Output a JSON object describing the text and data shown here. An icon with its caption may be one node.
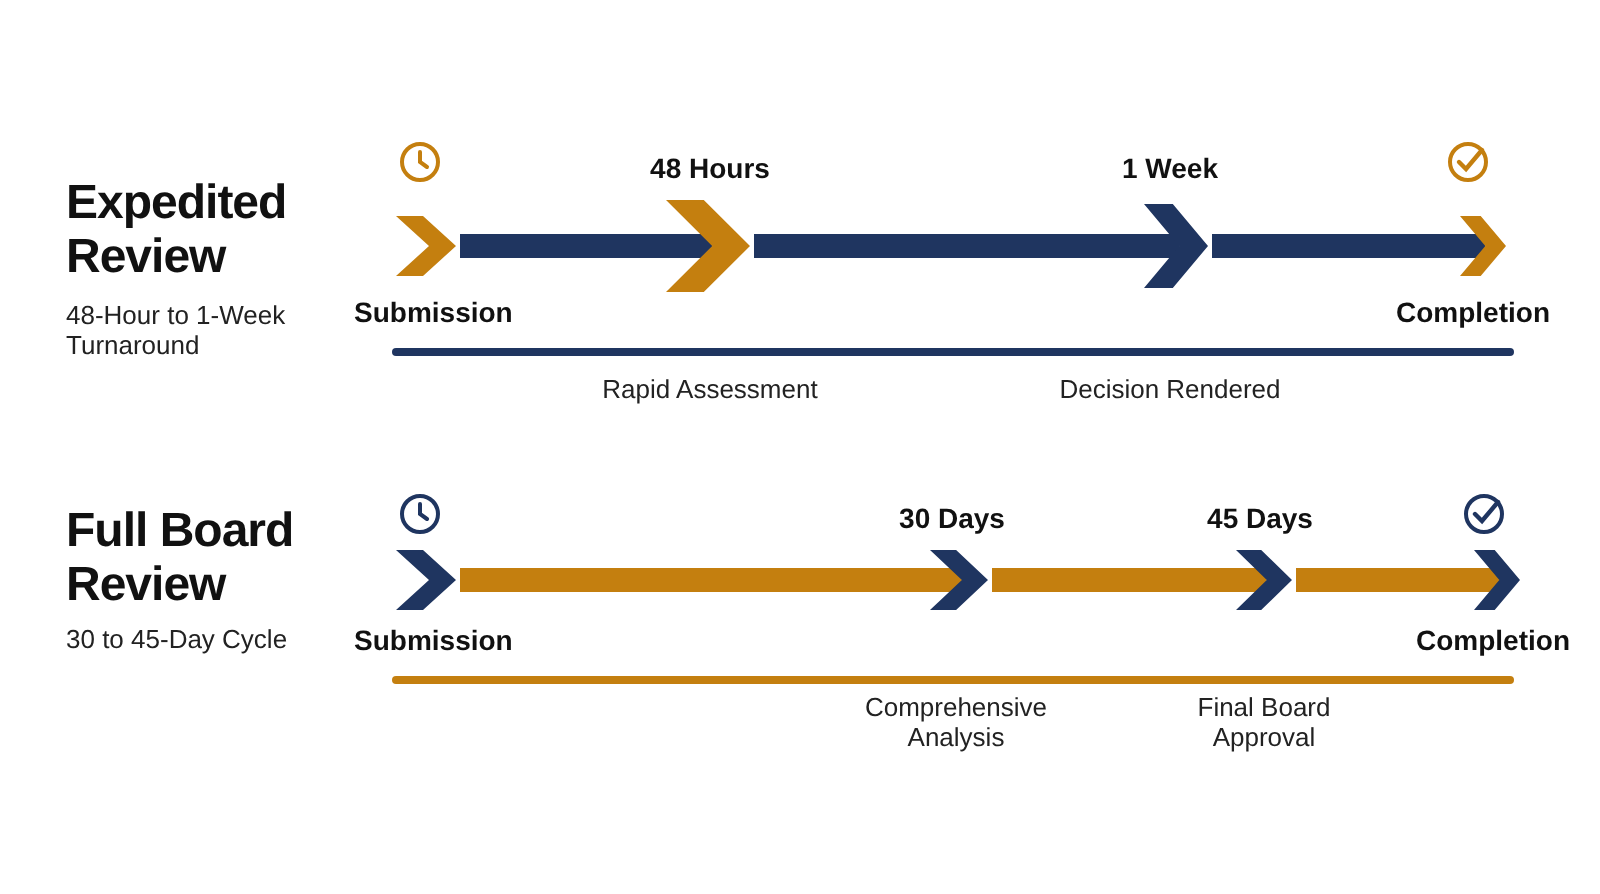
{
  "diagram": {
    "nodes": [
      {
        "text": [],
        "shape": "chevron",
        "beside": [
          "Submission"
        ]
      },
      {
        "text": [],
        "shape": "chevron",
        "beside": [
          "48 Hours"
        ]
      },
      {
        "text": [],
        "shape": "chevron",
        "beside": [
          "1 Week"
        ]
      },
      {
        "text": [],
        "shape": "chevron",
        "beside": [
          "Completion"
        ]
      },
      {
        "text": [],
        "shape": "chevron",
        "beside": [
          "Submission"
        ]
      },
      {
        "text": [],
        "shape": "chevron",
        "beside": [
          "30 Days"
        ]
      },
      {
        "text": [],
        "shape": "chevron",
        "beside": [
          "45 Days"
        ]
      },
      {
        "text": [],
        "shape": "chevron",
        "beside": [
          "Completion"
        ]
      }
    ],
    "edges": [
      {
        "from": 0,
        "to": 1,
        "arrow": "none",
        "color": "#1f3560"
      },
      {
        "from": 1,
        "to": 2,
        "arrow": "none",
        "color": "#1f3560"
      },
      {
        "from": 2,
        "to": 3,
        "arrow": "none",
        "color": "#1f3560"
      },
      {
        "from": 4,
        "to": 5,
        "arrow": "none",
        "color": "#c47f0f"
      },
      {
        "from": 5,
        "to": 6,
        "arrow": "none",
        "color": "#c47f0f"
      },
      {
        "from": 6,
        "to": 7,
        "arrow": "none",
        "color": "#c47f0f"
      }
    ],
    "labels": [
      "Expedited Review",
      "48-Hour to 1-Week Turnaround",
      "Rapid Assessment",
      "Decision Rendered",
      "Full Board Review",
      "30 to 45-Day Cycle",
      "Comprehensive Analysis",
      "Final Board Approval"
    ]
  }
}
